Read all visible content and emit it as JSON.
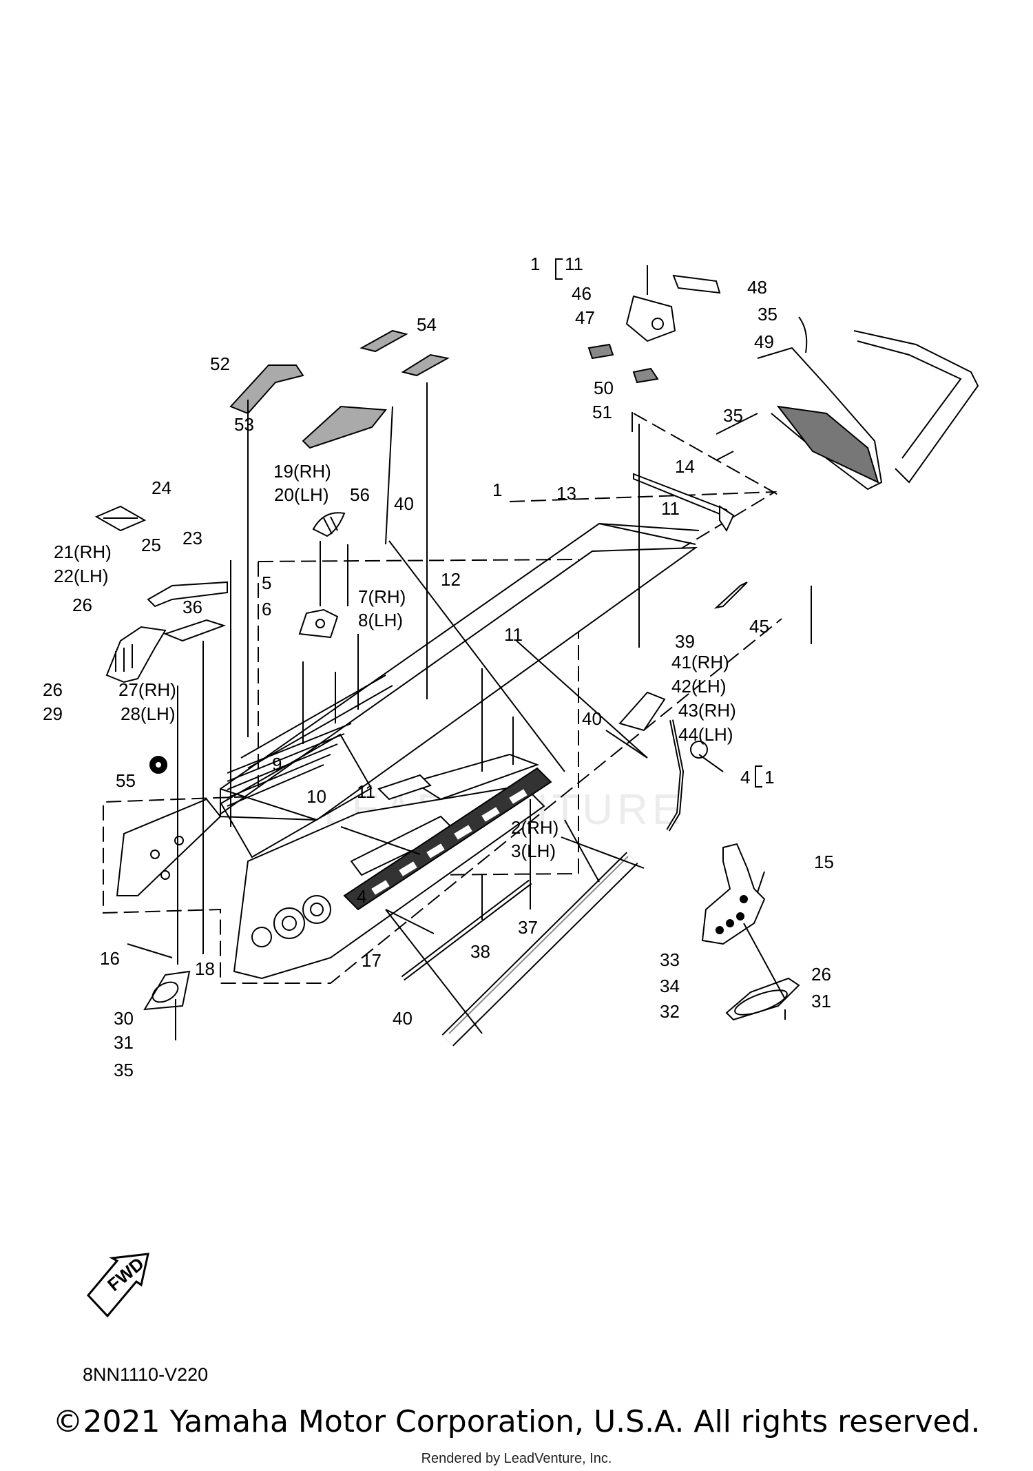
{
  "diagram": {
    "drawing_number": "8NN1110-V220",
    "fwd_label": "FWD",
    "watermark": "LEADVENTURE",
    "copyright": "©2021 Yamaha Motor Corporation, U.S.A. All rights reserved.",
    "rendered_by": "Rendered by LeadVenture, Inc.",
    "bracket_1_11": {
      "left": "1",
      "right": "11"
    },
    "bracket_4_1": {
      "left": "4",
      "right": "1"
    },
    "callouts": {
      "c1": "1",
      "c2": "2(RH)",
      "c3": "3(LH)",
      "c4": "4",
      "c5": "5",
      "c6": "6",
      "c7": "7(RH)",
      "c8": "8(LH)",
      "c9": "9",
      "c10": "10",
      "c11a": "11",
      "c11b": "11",
      "c11c": "11",
      "c12": "12",
      "c13": "13",
      "c14": "14",
      "c15": "15",
      "c16": "16",
      "c17": "17",
      "c18": "18",
      "c19": "19(RH)",
      "c20": "20(LH)",
      "c21": "21(RH)",
      "c22": "22(LH)",
      "c23": "23",
      "c24": "24",
      "c25": "25",
      "c26a": "26",
      "c26b": "26",
      "c26c": "26",
      "c27": "27(RH)",
      "c28": "28(LH)",
      "c29": "29",
      "c30": "30",
      "c31a": "31",
      "c31b": "31",
      "c32": "32",
      "c33": "33",
      "c34": "34",
      "c35a": "35",
      "c35b": "35",
      "c35c": "35",
      "c36": "36",
      "c37": "37",
      "c38": "38",
      "c39": "39",
      "c40a": "40",
      "c40b": "40",
      "c40c": "40",
      "c41": "41(RH)",
      "c42": "42(LH)",
      "c43": "43(RH)",
      "c44": "44(LH)",
      "c45": "45",
      "c46": "46",
      "c47": "47",
      "c48": "48",
      "c49": "49",
      "c50": "50",
      "c51": "51",
      "c52": "52",
      "c53": "53",
      "c54": "54",
      "c55": "55",
      "c56": "56"
    }
  }
}
